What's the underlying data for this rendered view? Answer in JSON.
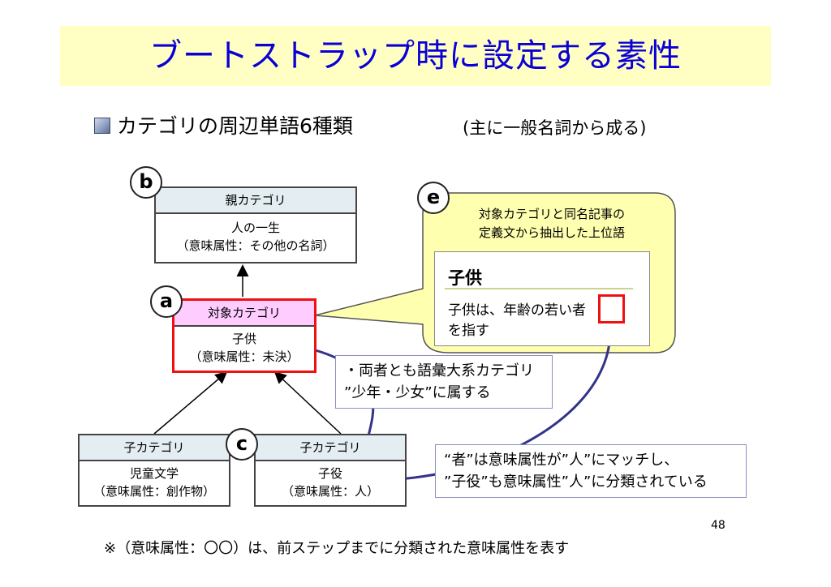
{
  "title": "ブートストラップ時に設定する素性",
  "bullet": {
    "text": "カテゴリの周辺単語6種類",
    "note": "(主に一般名詞から成る)"
  },
  "labels": {
    "a": "a",
    "b": "b",
    "c": "c",
    "e": "e"
  },
  "parent_box": {
    "header": "親カテゴリ",
    "line1": "人の一生",
    "line2": "（意味属性：その他の名詞）"
  },
  "target_box": {
    "header": "対象カテゴリ",
    "line1": "子供",
    "line2": "（意味属性：未決）"
  },
  "child_left": {
    "header": "子カテゴリ",
    "line1": "児童文学",
    "line2": "（意味属性：創作物）"
  },
  "child_right": {
    "header": "子カテゴリ",
    "line1": "子役",
    "line2": "（意味属性：人）"
  },
  "callout": {
    "line1": "対象カテゴリと同名記事の",
    "line2": "定義文から抽出した上位語",
    "word": "子供",
    "def_line1": "子供は、年齢の若い者",
    "def_line2": "を指す"
  },
  "note_vocab": {
    "line1": "・両者とも語彙大系カテゴリ",
    "line2": "”少年・少女”に属する"
  },
  "note_match": {
    "line1": "“者”は意味属性が”人”にマッチし、",
    "line2": "”子役”も意味属性”人”に分類されている"
  },
  "page_number": "48",
  "footnote": "※（意味属性：〇〇）は、前ステップまでに分類された意味属性を表す",
  "colors": {
    "title_text": "#0a00d6",
    "title_band": "#ffffc4",
    "callout_fill": "#ffffb0",
    "target_header": "#ffccff",
    "highlight_red": "#ee1111",
    "connector_blue": "#33338a"
  }
}
